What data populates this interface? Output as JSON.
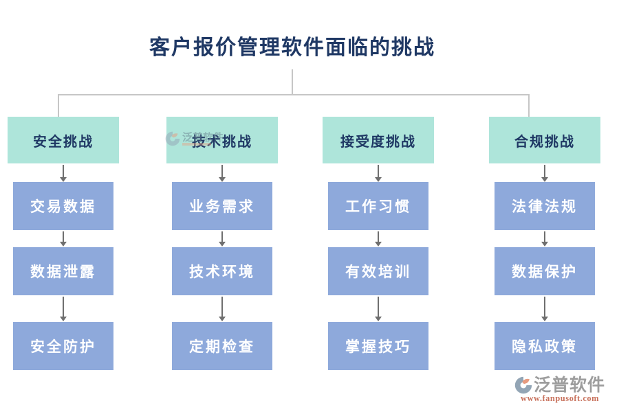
{
  "title": "客户报价管理软件面临的挑战",
  "columns": [
    {
      "header": "安全挑战",
      "items": [
        "交易数据",
        "数据泄露",
        "安全防护"
      ]
    },
    {
      "header": "技术挑战",
      "items": [
        "业务需求",
        "技术环境",
        "定期检查"
      ]
    },
    {
      "header": "接受度挑战",
      "items": [
        "工作习惯",
        "有效培训",
        "掌握技巧"
      ]
    },
    {
      "header": "合规挑战",
      "items": [
        "法律法规",
        "数据保护",
        "隐私政策"
      ]
    }
  ],
  "branding": {
    "name": "泛普软件",
    "url": "www.fanpusoft.com"
  },
  "icons": {
    "brand": "fanpu-swoosh-circle-logo"
  },
  "colors": {
    "header_bg": "#aee5da",
    "item_bg": "#8ea9db",
    "title_text": "#1f3864",
    "header_text": "#1f3864",
    "item_text": "#ffffff",
    "arrow": "#6f6f6f",
    "connector": "#c6c6c6",
    "brand_gray": "#9d9d9d",
    "brand_red": "#c9745f",
    "logo_blue_gray": "#93a5b5",
    "logo_salmon": "#e79b7f"
  }
}
